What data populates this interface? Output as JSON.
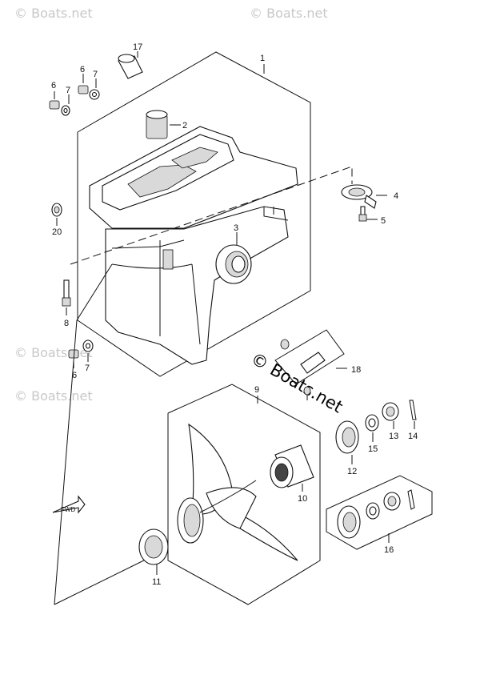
{
  "watermarks": [
    "© Boats.net",
    "© Boats.net",
    "© Boats.net",
    "© Boats.net"
  ],
  "watermark_center": "© Boats.net",
  "callouts": {
    "c1": "1",
    "c2": "2",
    "c3": "3",
    "c4": "4",
    "c5": "5",
    "c6a": "6",
    "c6b": "6",
    "c6c": "6",
    "c7a": "7",
    "c7b": "7",
    "c7c": "7",
    "c8": "8",
    "c9": "9",
    "c10": "10",
    "c11": "11",
    "c12": "12",
    "c13": "13",
    "c14": "14",
    "c15": "15",
    "c16": "16",
    "c17": "17",
    "c18": "18",
    "c20": "20"
  },
  "fwd_label": "FWD"
}
